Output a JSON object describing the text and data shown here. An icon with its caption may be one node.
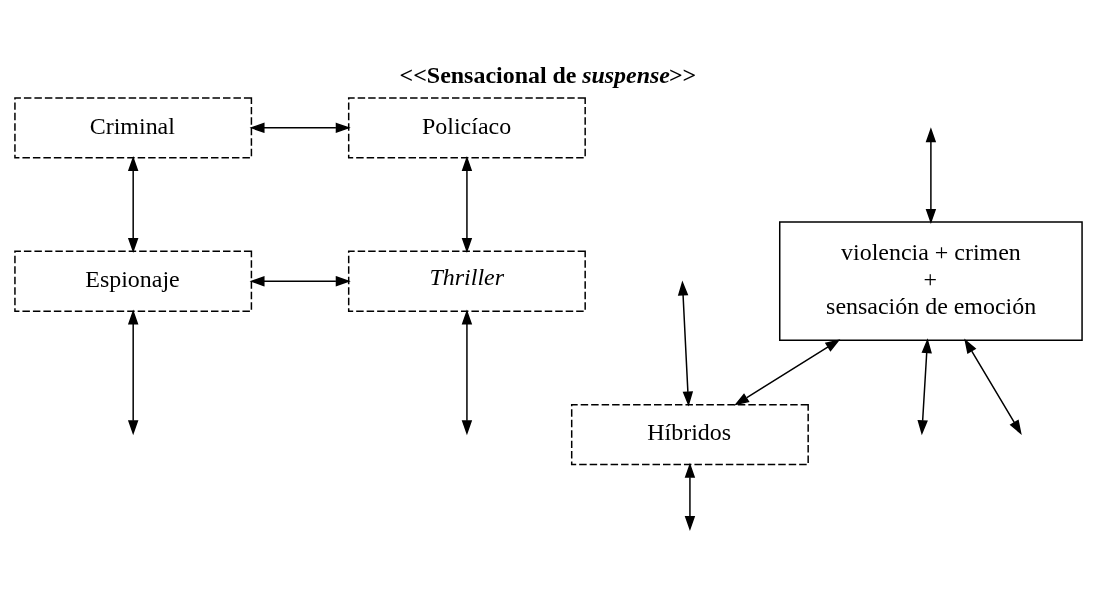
{
  "diagram": {
    "title": "<<Sensacional de *suspense*>>",
    "nodes": [
      {
        "text": [
          "Criminal"
        ]
      },
      {
        "text": [
          "Policíaco"
        ]
      },
      {
        "text": [
          "violencia + crimen + sensación de emoción"
        ]
      },
      {
        "text": [
          "Espionaje"
        ]
      },
      {
        "text": [
          "Thriller"
        ]
      },
      {
        "text": [
          "Híbridos"
        ]
      }
    ],
    "edges": [
      {
        "from": 0,
        "to": 1,
        "arrow": "both"
      },
      {
        "from": 2,
        "to": null,
        "arrow": "both"
      },
      {
        "from": 0,
        "to": 3,
        "arrow": "both"
      },
      {
        "from": 1,
        "to": 4,
        "arrow": "both"
      },
      {
        "from": null,
        "to": 2,
        "arrow": "both"
      },
      {
        "from": 2,
        "to": null,
        "arrow": "both"
      },
      {
        "from": 3,
        "to": 4,
        "arrow": "both"
      },
      {
        "from": 2,
        "to": 5,
        "arrow": "both"
      },
      {
        "from": 3,
        "to": null,
        "arrow": "both"
      },
      {
        "from": null,
        "to": 5,
        "arrow": "both"
      },
      {
        "from": 5,
        "to": null,
        "arrow": "both"
      },
      {
        "from": 4,
        "to": null,
        "arrow": "both"
      }
    ]
  }
}
